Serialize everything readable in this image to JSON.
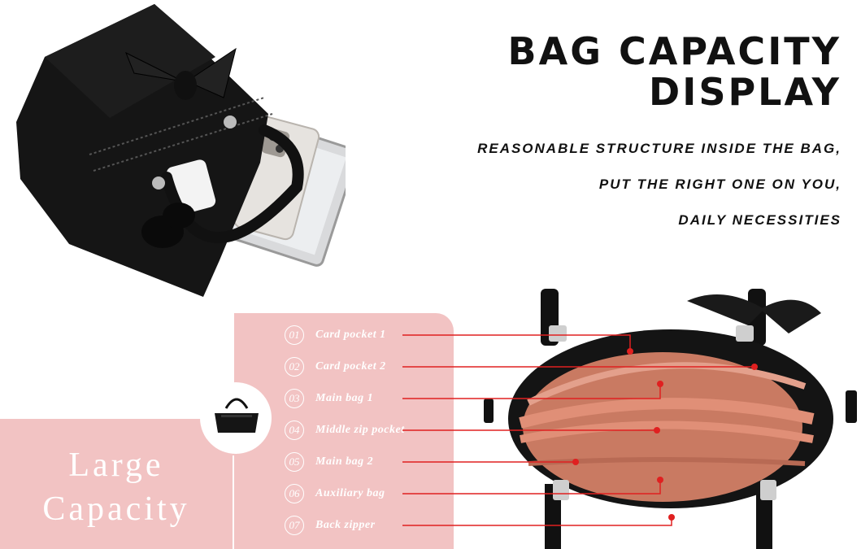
{
  "headline": {
    "line1": "BAG CAPACITY",
    "line2": "DISPLAY"
  },
  "subtitles": [
    "REASONABLE STRUCTURE INSIDE THE BAG,",
    "PUT THE RIGHT ONE ON YOU,",
    "DAILY NECESSITIES"
  ],
  "capacity": {
    "line1": "Large",
    "line2": "Capacity"
  },
  "compartments": [
    {
      "num": "01",
      "label": "Card pocket 1"
    },
    {
      "num": "02",
      "label": "Card pocket 2"
    },
    {
      "num": "03",
      "label": "Main bag 1"
    },
    {
      "num": "04",
      "label": "Middle zip pocket"
    },
    {
      "num": "05",
      "label": "Main bag 2"
    },
    {
      "num": "06",
      "label": "Auxiliary bag"
    },
    {
      "num": "07",
      "label": "Back zipper"
    }
  ],
  "colors": {
    "panel": "#f2c3c3",
    "leader": "#e02020",
    "bag": "#111111",
    "lining": "#c97a62"
  }
}
